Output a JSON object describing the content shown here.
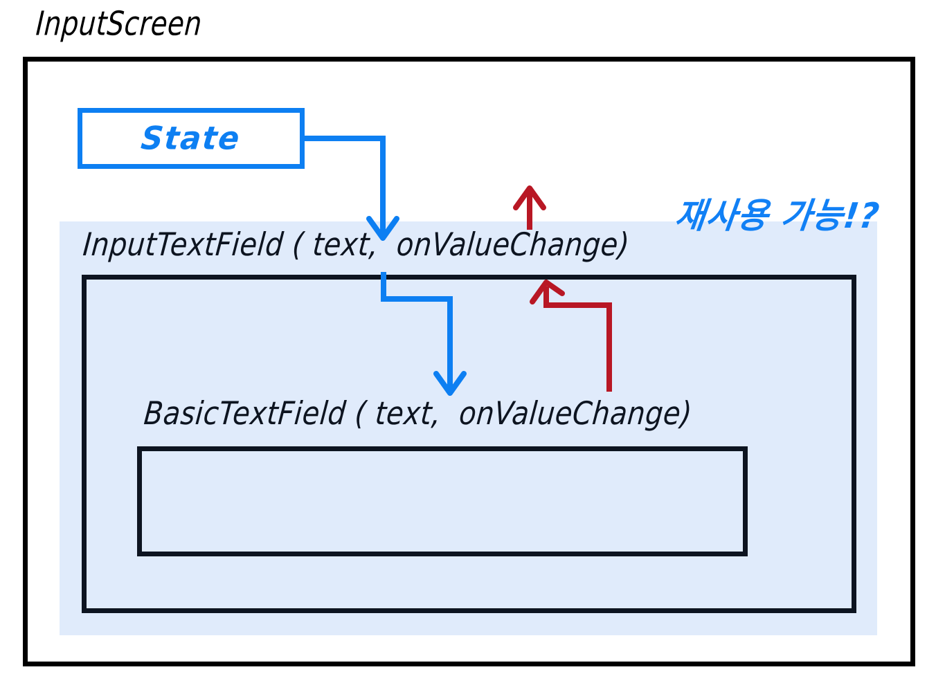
{
  "title": "InputScreen",
  "state_box": {
    "label": "State",
    "color": "#0d7ff2"
  },
  "reuse_panel": {
    "background": "#e0ebfb",
    "note": "재사용 가능!?",
    "note_color": "#1180f5"
  },
  "input_text_field": {
    "label": "InputTextField ( text,  onValueChange)",
    "border_color": "#0d1420"
  },
  "basic_text_field": {
    "label": "BasicTextField ( text,  onValueChange)",
    "border_color": "#0d1420"
  },
  "arrows": [
    {
      "name": "state-to-input-text-field",
      "direction": "down",
      "color": "#0d7ff2",
      "meaning": "text flows down from State into InputTextField"
    },
    {
      "name": "input-text-field-to-basic-text-field",
      "direction": "down",
      "color": "#0d7ff2",
      "meaning": "text flows down from InputTextField into BasicTextField"
    },
    {
      "name": "input-text-field-to-state",
      "direction": "up",
      "color": "#b81724",
      "meaning": "onValueChange bubbles up from InputTextField to State"
    },
    {
      "name": "basic-text-field-to-input-text-field",
      "direction": "up",
      "color": "#b81724",
      "meaning": "onValueChange bubbles up from BasicTextField to InputTextField"
    }
  ],
  "colors": {
    "ink": "#0d1420",
    "frame": "#000000",
    "blue": "#0d7ff2",
    "red": "#b81724",
    "panel": "#e0ebfb",
    "page": "#ffffff"
  }
}
